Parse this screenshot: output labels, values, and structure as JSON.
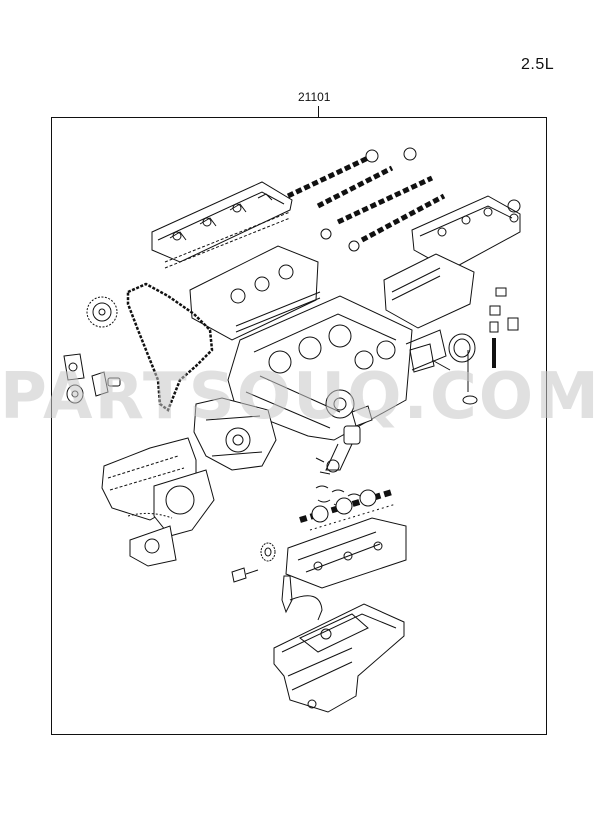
{
  "diagram": {
    "variant_label": "2.5L",
    "part_number": "21101",
    "watermark": "PARTSOUQ.COM"
  }
}
